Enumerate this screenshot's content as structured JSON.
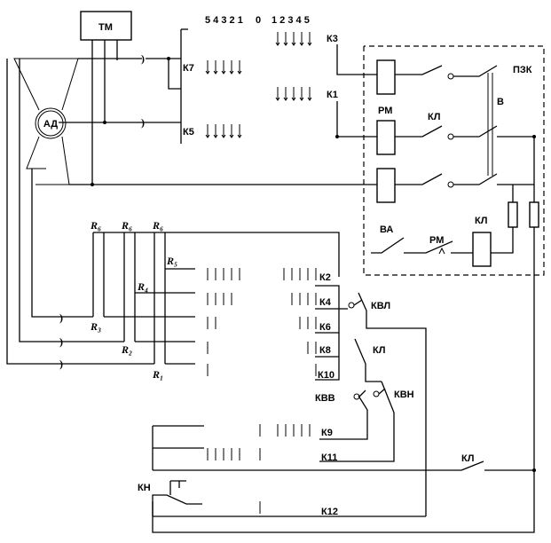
{
  "labels": {
    "tm": "ТМ",
    "ad": "АД",
    "positions_left": "5 4 3 2 1",
    "position_zero": "0",
    "positions_right": "1 2 3 4 5",
    "k1": "К1",
    "k2": "К2",
    "k3": "К3",
    "k4": "К4",
    "k5": "К5",
    "k6": "К6",
    "k7": "К7",
    "k8": "К8",
    "k9": "К9",
    "k10": "К10",
    "k11": "К11",
    "k12": "К12",
    "pzk": "ПЗК",
    "rm_top": "РМ",
    "kl_top": "КЛ",
    "v": "В",
    "va": "ВА",
    "rm_low": "РМ",
    "kl_coil": "КЛ",
    "kvl": "КВЛ",
    "kl_mid": "КЛ",
    "kvv": "КВВ",
    "kvn": "КВН",
    "kl_bottom": "КЛ",
    "kn": "КН",
    "r6": "R₆",
    "r5": "R₅",
    "r4": "R₄",
    "r3": "R₃",
    "r2": "R₂",
    "r1": "R₁"
  }
}
